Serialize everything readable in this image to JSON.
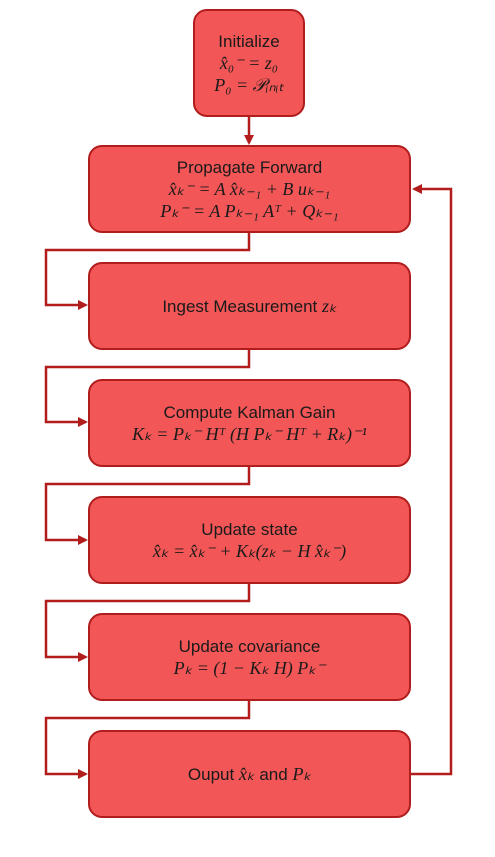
{
  "colors": {
    "box_fill": "#f25656",
    "box_border": "#b11d1d",
    "arrow": "#b11d1d",
    "text": "#1a1a1a"
  },
  "nodes": {
    "initialize": {
      "title": "Initialize",
      "lines": [
        "x̂₀⁻ = z₀",
        "P₀ = 𝒫ᵢₙᵢₜ"
      ]
    },
    "propagate": {
      "title": "Propagate Forward",
      "lines": [
        "x̂ₖ⁻ = A x̂ₖ₋₁ + B uₖ₋₁",
        "Pₖ⁻ = A Pₖ₋₁ Aᵀ + Qₖ₋₁"
      ]
    },
    "ingest": {
      "title": "Ingest Measurement",
      "math": "zₖ"
    },
    "gain": {
      "title": "Compute Kalman Gain",
      "lines": [
        "Kₖ = Pₖ⁻ Hᵀ (H Pₖ⁻ Hᵀ + Rₖ)⁻¹"
      ]
    },
    "update_state": {
      "title": "Update state",
      "lines": [
        "x̂ₖ = x̂ₖ⁻ + Kₖ(zₖ − H x̂ₖ⁻)"
      ]
    },
    "update_cov": {
      "title": "Update covariance",
      "lines": [
        "Pₖ = (1 − Kₖ H) Pₖ⁻"
      ]
    },
    "output": {
      "prefix": "Ouput",
      "math1": "x̂ₖ",
      "middle": "and",
      "math2": "Pₖ"
    }
  }
}
